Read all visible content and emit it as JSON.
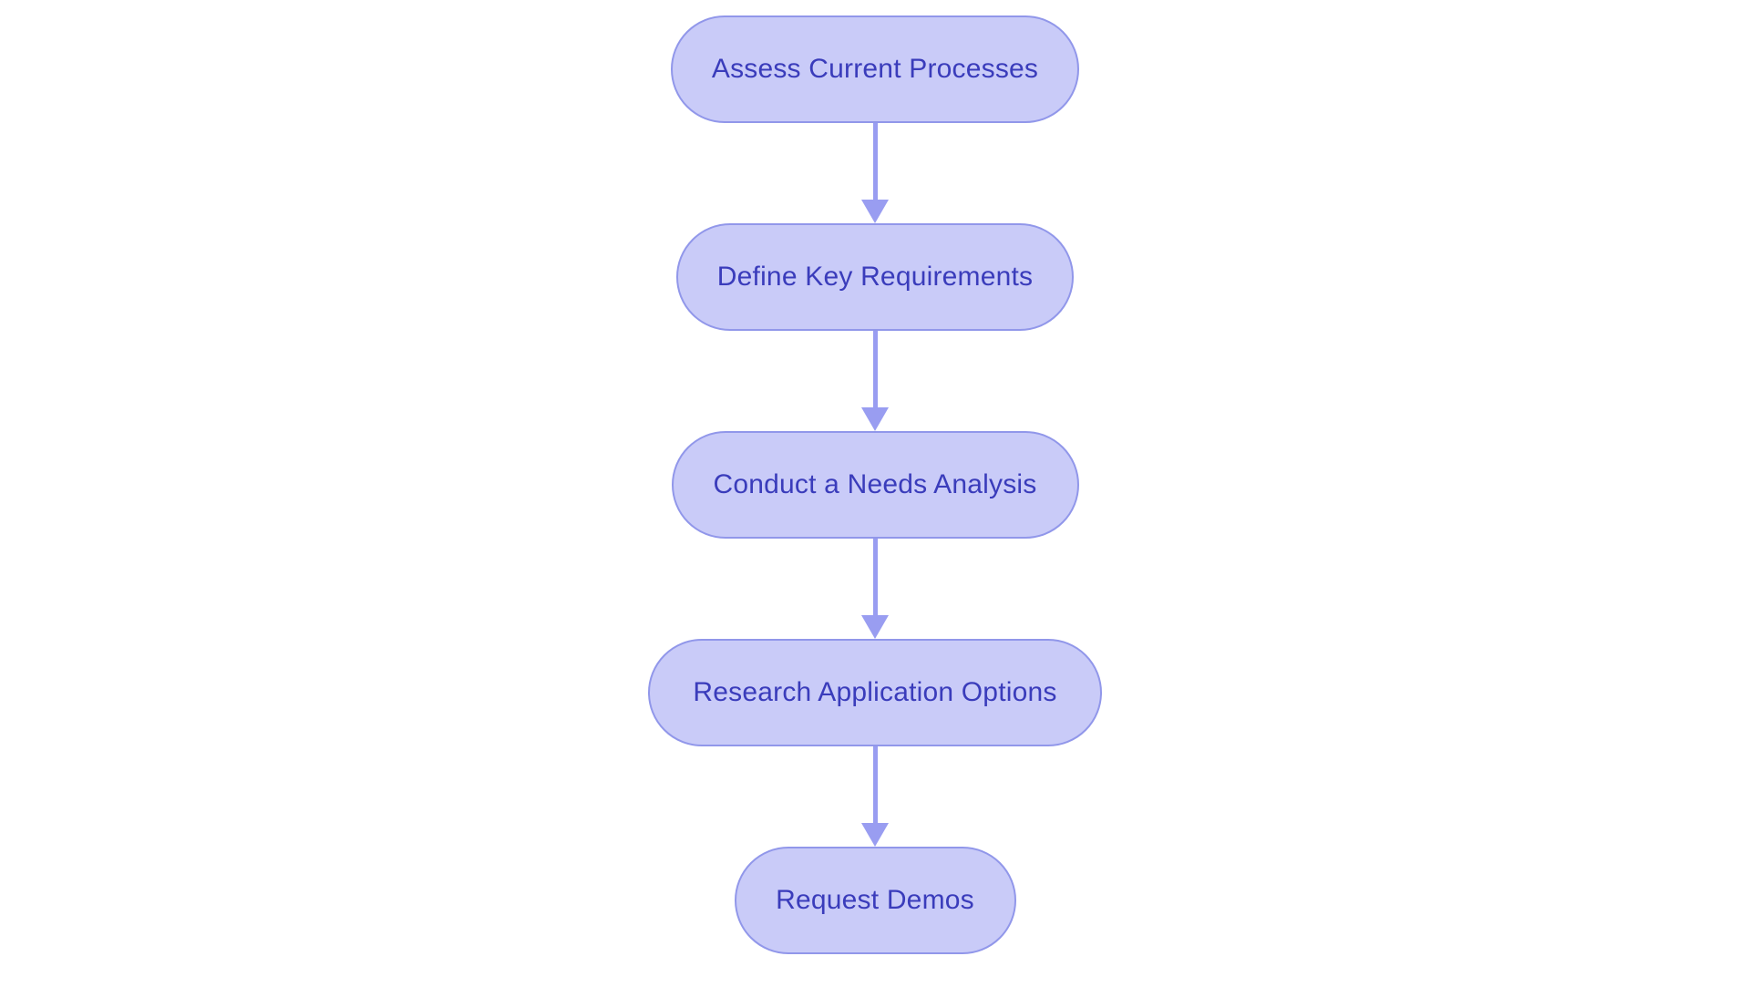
{
  "diagram": {
    "type": "flowchart",
    "direction": "top-down",
    "nodes": [
      {
        "id": "step-1",
        "label": "Assess Current Processes"
      },
      {
        "id": "step-2",
        "label": "Define Key Requirements"
      },
      {
        "id": "step-3",
        "label": "Conduct a Needs Analysis"
      },
      {
        "id": "step-4",
        "label": "Research Application Options"
      },
      {
        "id": "step-5",
        "label": "Request Demos"
      }
    ],
    "edges": [
      {
        "from": "step-1",
        "to": "step-2"
      },
      {
        "from": "step-2",
        "to": "step-3"
      },
      {
        "from": "step-3",
        "to": "step-4"
      },
      {
        "from": "step-4",
        "to": "step-5"
      }
    ],
    "colors": {
      "node_fill": "#c9cbf8",
      "node_border": "#9197ea",
      "node_text": "#3a3cbb",
      "arrow": "#999df1",
      "background": "#ffffff"
    }
  }
}
